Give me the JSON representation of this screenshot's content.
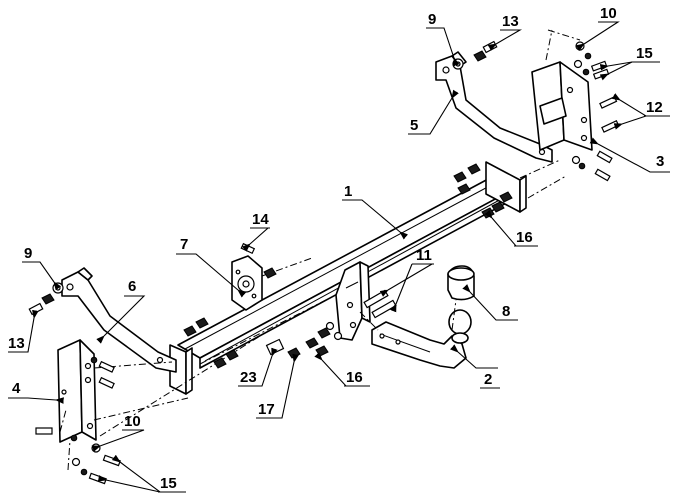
{
  "callouts": [
    {
      "id": "c1",
      "label": "1"
    },
    {
      "id": "c2",
      "label": "2"
    },
    {
      "id": "c3",
      "label": "3"
    },
    {
      "id": "c4",
      "label": "4"
    },
    {
      "id": "c5",
      "label": "5"
    },
    {
      "id": "c6",
      "label": "6"
    },
    {
      "id": "c7",
      "label": "7"
    },
    {
      "id": "c8",
      "label": "8"
    },
    {
      "id": "c9a",
      "label": "9"
    },
    {
      "id": "c9b",
      "label": "9"
    },
    {
      "id": "c10a",
      "label": "10"
    },
    {
      "id": "c10b",
      "label": "10"
    },
    {
      "id": "c11",
      "label": "11"
    },
    {
      "id": "c12",
      "label": "12"
    },
    {
      "id": "c13a",
      "label": "13"
    },
    {
      "id": "c13b",
      "label": "13"
    },
    {
      "id": "c14",
      "label": "14"
    },
    {
      "id": "c15a",
      "label": "15"
    },
    {
      "id": "c15b",
      "label": "15"
    },
    {
      "id": "c16a",
      "label": "16"
    },
    {
      "id": "c16b",
      "label": "16"
    },
    {
      "id": "c17",
      "label": "17"
    },
    {
      "id": "c23",
      "label": "23"
    }
  ]
}
